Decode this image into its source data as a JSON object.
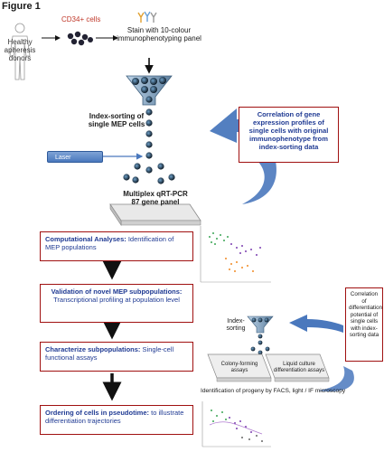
{
  "figure_title": "Figure 1",
  "donors_label": "Healthy apheresis donors",
  "cells_label": "CD34+ cells",
  "stain_label": "Stain with 10-colour immunophenotyping panel",
  "index_sort_label": "Index-sorting of single MEP cells",
  "laser_label": "Laser",
  "pcr_label": "Multiplex qRT-PCR 87 gene panel",
  "correlation_box": "Correlation of gene expression profiles of single cells with original immunophenotype from index-sorting data",
  "steps": [
    {
      "bold": "Computational Analyses:",
      "text": " Identification of MEP populations"
    },
    {
      "bold": "Validation of novel MEP subpopulations:",
      "text": " Transcriptional profiling at population level"
    },
    {
      "bold": "Characterize subpopulations:",
      "text": " Single-cell functional assays"
    },
    {
      "bold": "Ordering of cells in pseudotime:",
      "text": " to illustrate differentiation trajectories"
    }
  ],
  "correlation_box2": "Correlation of differentiation potential of single cells with index-sorting data",
  "index_sorting2": "Index-sorting",
  "colony_label": "Colony-forming assays",
  "liquid_label": "Liquid culture differentiation assays",
  "progeny_label": "Identification of progeny by FACS, light / IF microscopy",
  "colors": {
    "box_border": "#a01010",
    "blue_text": "#1f3a93",
    "arrow_blue": "#4a78bd",
    "red_text": "#c0392b"
  }
}
